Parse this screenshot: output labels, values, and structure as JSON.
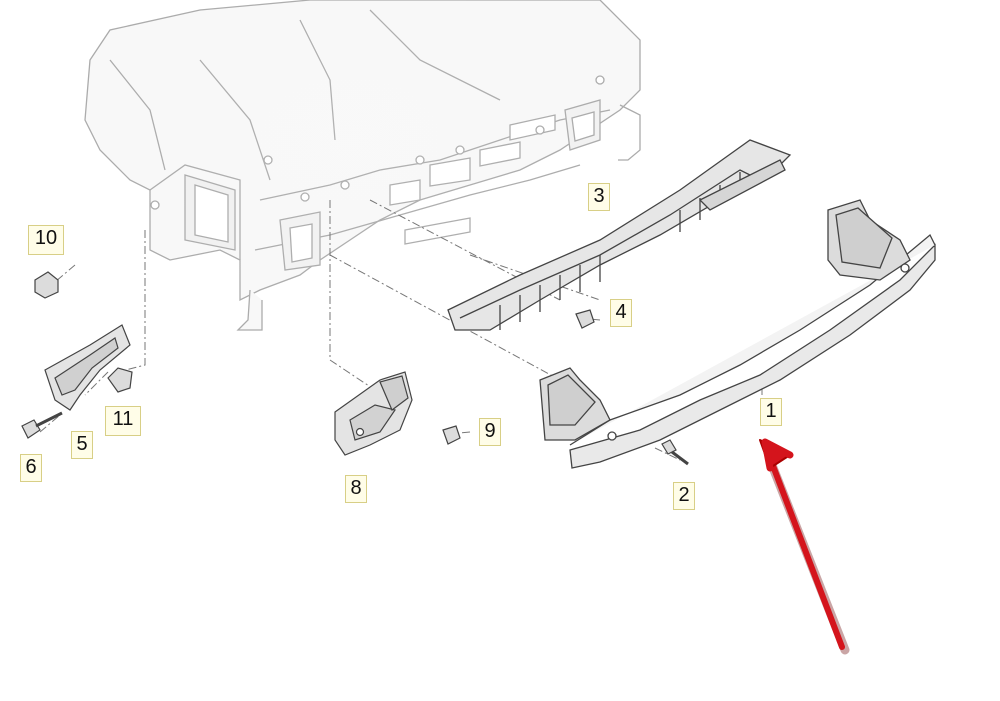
{
  "diagram": {
    "callouts": {
      "part_1": "1",
      "part_2": "2",
      "part_3": "3",
      "part_4": "4",
      "part_5": "5",
      "part_6": "6",
      "part_8": "8",
      "part_9": "9",
      "part_10": "10",
      "part_11": "11"
    },
    "colors": {
      "line": "#555555",
      "part_fill": "#e9e9e9",
      "callout_fill": "#fffde8",
      "callout_border": "#d8cf86",
      "arrow": "#d4141c"
    },
    "icons": {
      "pointer": "red-arrow-icon"
    }
  }
}
